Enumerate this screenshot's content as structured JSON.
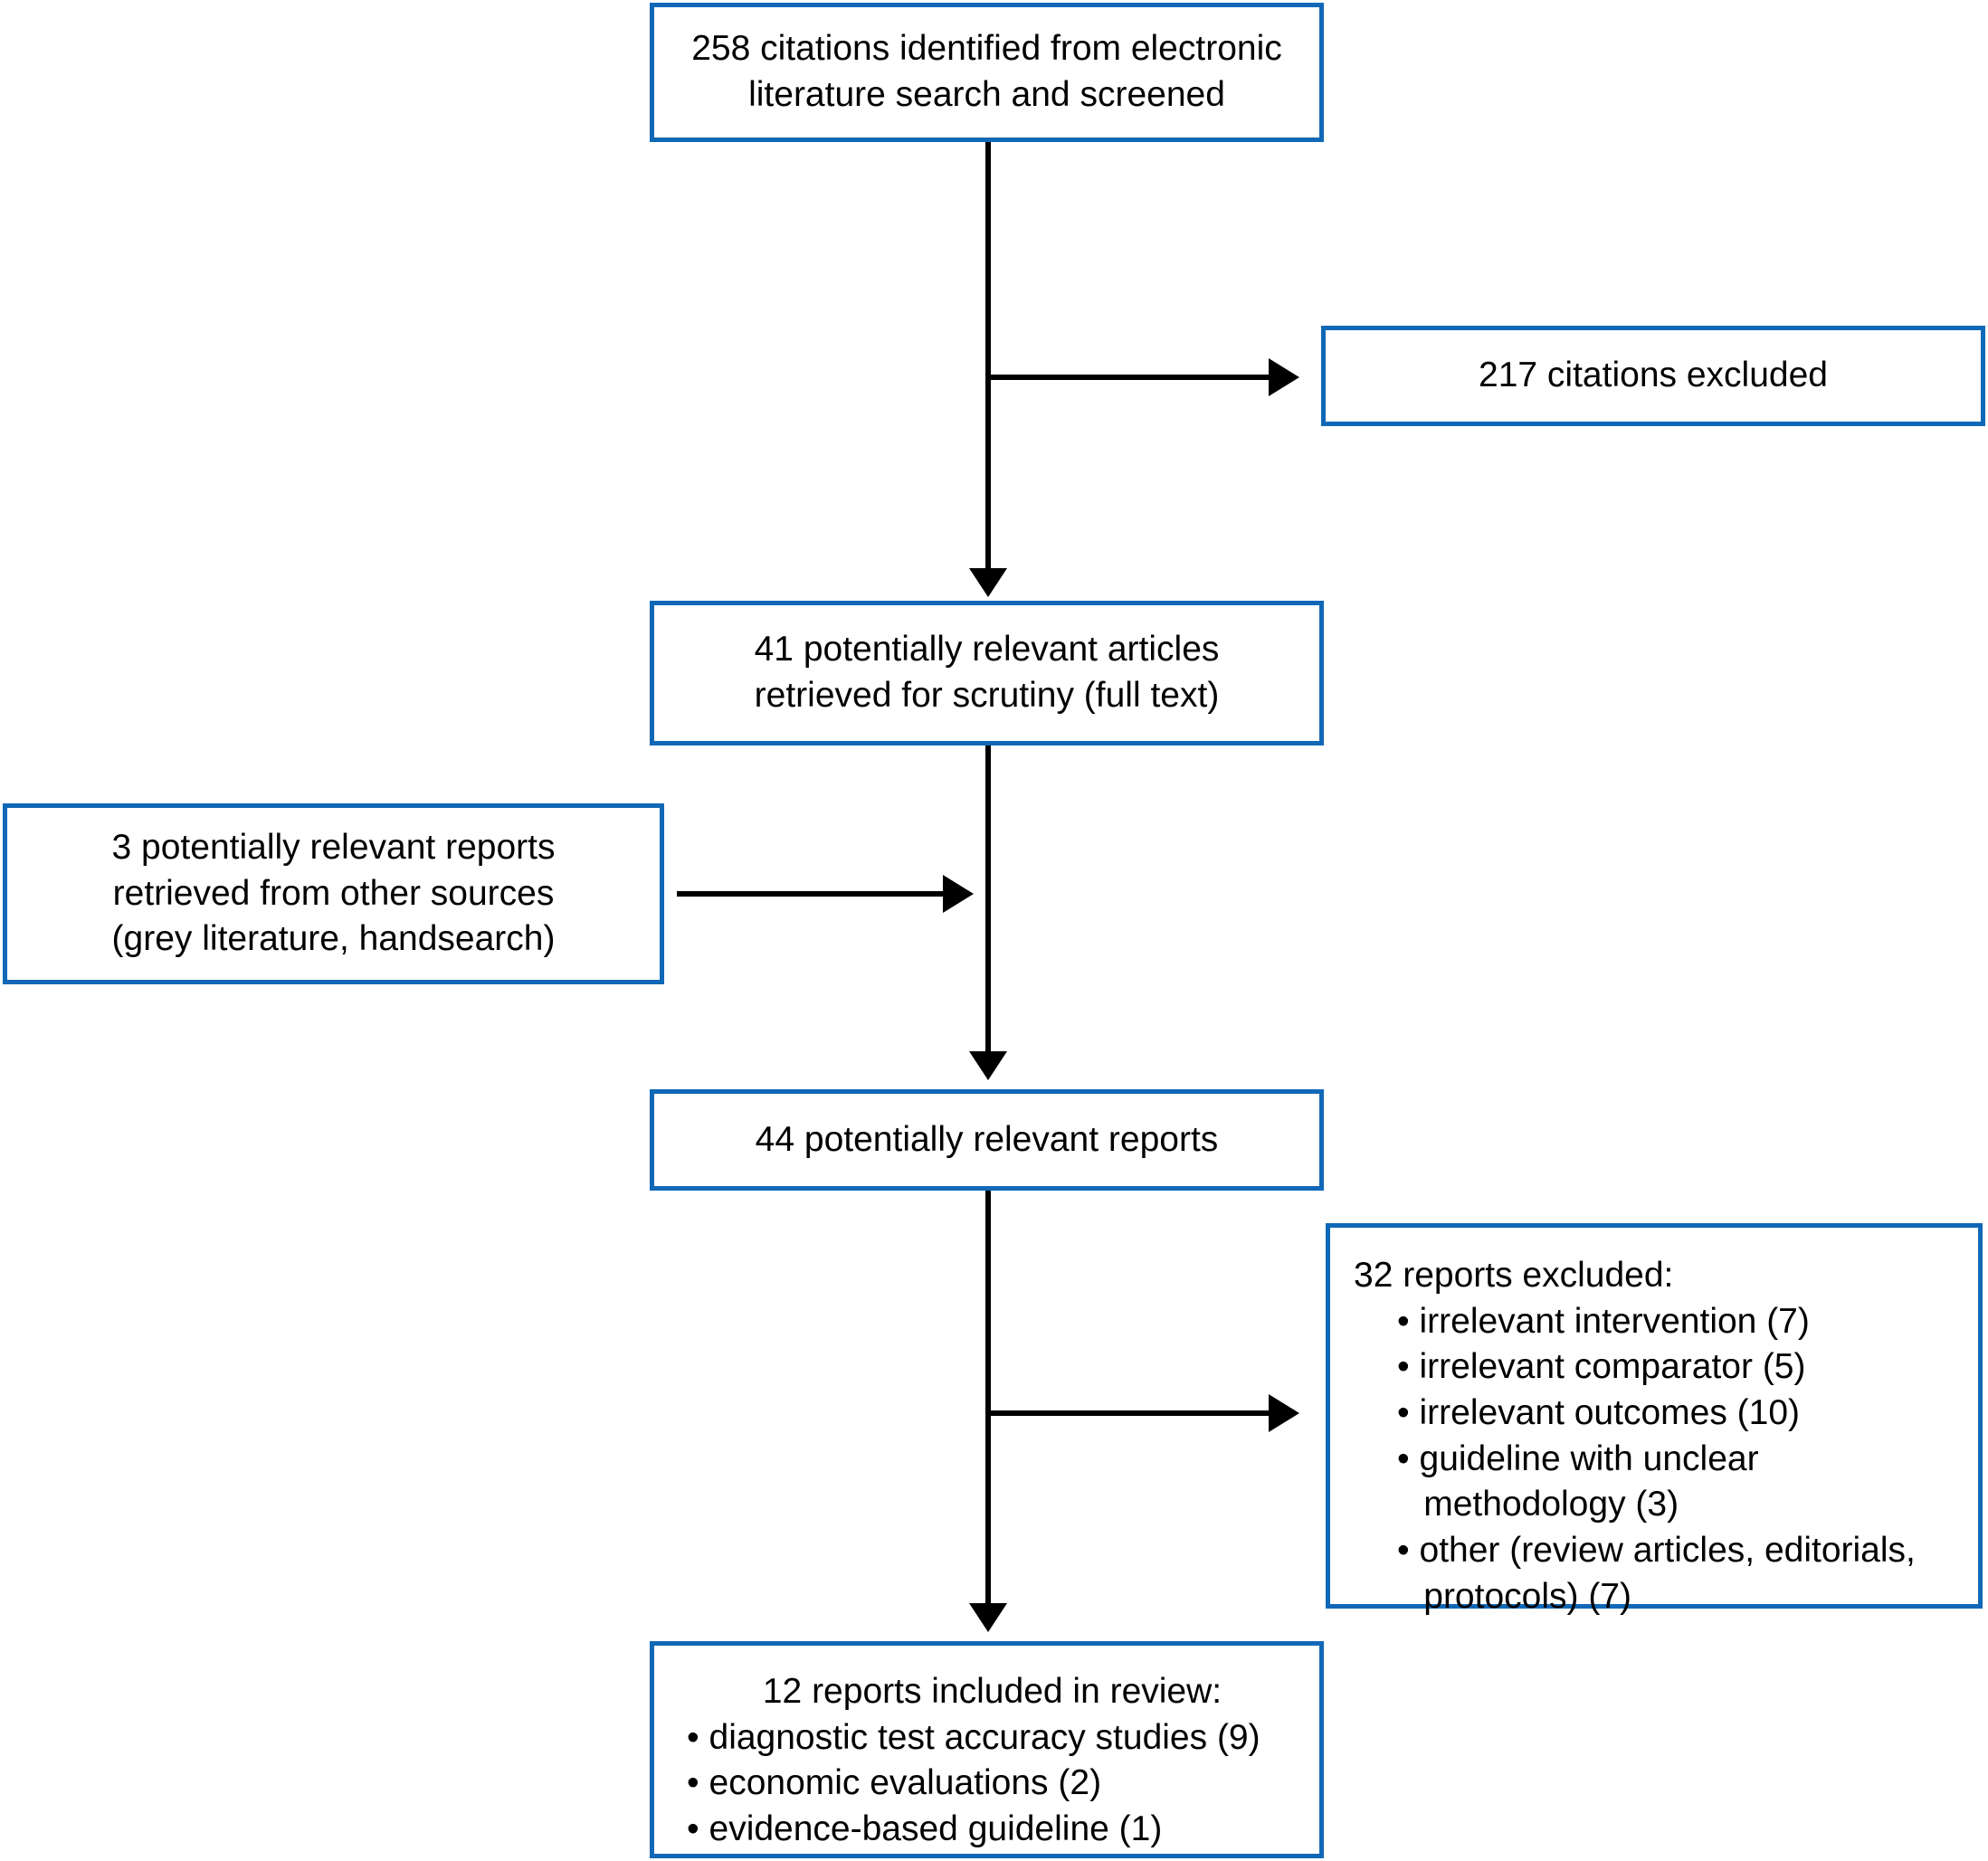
{
  "colors": {
    "box_border": "#1068b7",
    "arrow": "#000000",
    "text": "#000000",
    "background": "#ffffff"
  },
  "boxes": {
    "identified": {
      "text": "258 citations identified from electronic literature search and screened"
    },
    "citations_excluded": {
      "text": "217 citations excluded"
    },
    "fulltext": {
      "text": "41 potentially relevant articles retrieved for scrutiny (full text)"
    },
    "other_sources": {
      "text": "3 potentially relevant reports retrieved from other sources (grey literature, handsearch)"
    },
    "potentially_relevant": {
      "text": "44 potentially relevant reports"
    },
    "reports_excluded": {
      "title": "32 reports excluded:",
      "items": [
        "irrelevant intervention (7)",
        "irrelevant comparator (5)",
        "irrelevant outcomes (10)",
        "guideline with unclear methodology (3)",
        "other (review articles, editorials, protocols) (7)"
      ]
    },
    "included": {
      "title": "12 reports included in review:",
      "items": [
        "diagnostic test accuracy studies (9)",
        "economic evaluations (2)",
        "evidence-based guideline (1)"
      ]
    }
  }
}
